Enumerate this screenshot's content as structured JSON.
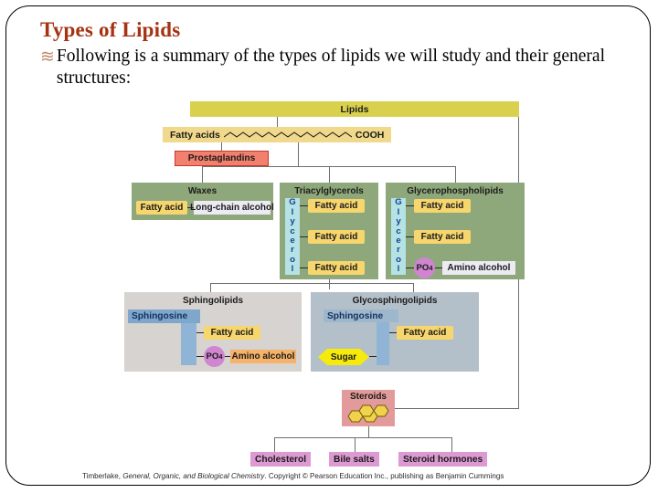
{
  "slide": {
    "title": "Types of Lipids",
    "bullet_glyph": "≋",
    "bullet_text": "Following is a summary of the types of lipids we will study and their general structures:",
    "credit_prefix": "Timberlake, ",
    "credit_italic": "General, Organic, and Biological Chemistry",
    "credit_suffix": ". Copyright © Pearson Education Inc., publishing as Benjamin Cummings"
  },
  "colors": {
    "title": "#a53211",
    "lipids_bar": "#d9d14e",
    "fatty_acids_bar": "#f0d98a",
    "prostaglandins": "#f2806e",
    "green_panel": "#8fa87b",
    "glycerol": "#b5e2e4",
    "fatty_acid_box": "#f7d66e",
    "po4": "#cf85cf",
    "sphingolipids_panel": "#d6d3d0",
    "glycosphingolipids_panel": "#b3c0c9",
    "sphingosine": "#7fa7cc",
    "amino_alcohol_orange": "#f6b268",
    "sugar": "#f6ea0b",
    "steroids": "#e39a9a",
    "steroid_derivatives": "#dd9ad2"
  },
  "diagram": {
    "root": "Lipids",
    "fatty_acids": {
      "label": "Fatty acids",
      "terminal_group": "COOH"
    },
    "prostaglandins": "Prostaglandins",
    "waxes": {
      "title": "Waxes",
      "components": [
        "Fatty acid",
        "Long-chain alcohol"
      ]
    },
    "triacylglycerols": {
      "title": "Triacylglycerols",
      "backbone": "Glycerol",
      "components": [
        "Fatty acid",
        "Fatty acid",
        "Fatty acid"
      ]
    },
    "glycerophospholipids": {
      "title": "Glycerophospholipids",
      "backbone": "Glycerol",
      "components": [
        "Fatty acid",
        "Fatty acid"
      ],
      "phosphate": "PO",
      "phosphate_sub": "4",
      "head_group": "Amino alcohol"
    },
    "sphingolipids": {
      "title": "Sphingolipids",
      "backbone": "Sphingosine",
      "components": [
        "Fatty acid"
      ],
      "phosphate": "PO",
      "phosphate_sub": "4",
      "head_group": "Amino alcohol"
    },
    "glycosphingolipids": {
      "title": "Glycosphingolipids",
      "backbone": "Sphingosine",
      "components": [
        "Fatty acid"
      ],
      "head_group": "Sugar"
    },
    "steroids": {
      "title": "Steroids",
      "derivatives": [
        "Cholesterol",
        "Bile salts",
        "Steroid hormones"
      ]
    }
  }
}
